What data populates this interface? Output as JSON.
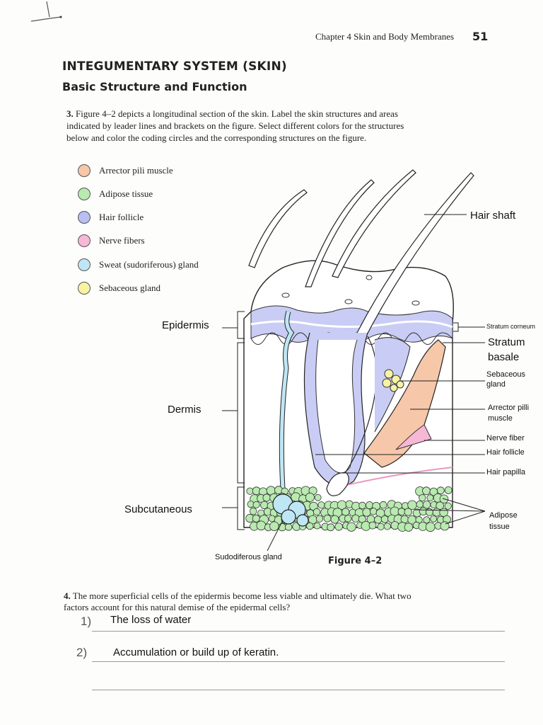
{
  "header": {
    "chapter": "Chapter 4  Skin and Body Membranes",
    "page_number": "51"
  },
  "title": "INTEGUMENTARY SYSTEM (SKIN)",
  "subtitle": "Basic Structure and Function",
  "question3": {
    "number": "3.",
    "text": "Figure 4–2 depicts a longitudinal section of the skin. Label the skin structures and areas indicated by leader lines and brackets on the figure. Select different colors for the structures below and color the coding circles and the corresponding structures on the figure."
  },
  "color_key": [
    {
      "label": "Arrector pili muscle",
      "color": "#f6c7a8"
    },
    {
      "label": "Adipose tissue",
      "color": "#b9eab0"
    },
    {
      "label": "Hair follicle",
      "color": "#b9bff2"
    },
    {
      "label": "Nerve fibers",
      "color": "#f7b7d6"
    },
    {
      "label": "Sweat (sudoriferous) gland",
      "color": "#bfe6f4"
    },
    {
      "label": "Sebaceous gland",
      "color": "#f7f3a3"
    }
  ],
  "figure_labels": {
    "epidermis": "Epidermis",
    "dermis": "Dermis",
    "subcutaneous": "Subcutaneous",
    "sweat_gland": "Sudodiferous gland",
    "hair_shaft": "Hair shaft",
    "stratum_corneum": "Stratum corneum",
    "stratum_basale_1": "Stratum",
    "stratum_basale_2": "basale",
    "sebaceous_1": "Sebaceous",
    "sebaceous_2": "gland",
    "arrector_1": "Arrector pilli",
    "arrector_2": "muscle",
    "nerve_fiber": "Nerve fiber",
    "hair_follicle": "Hair follicle",
    "hair_papilla": "Hair papilla",
    "adipose_1": "Adipose",
    "adipose_2": "tissue"
  },
  "figure_caption": "Figure 4–2",
  "question4": {
    "number": "4.",
    "text": "The more superficial cells of the epidermis become less viable and ultimately die. What two factors account for this natural demise of the epidermal cells?"
  },
  "answers": [
    {
      "marker": "1)",
      "text": "The loss of water"
    },
    {
      "marker": "2)",
      "text": "Accumulation or build up of keratin."
    }
  ]
}
